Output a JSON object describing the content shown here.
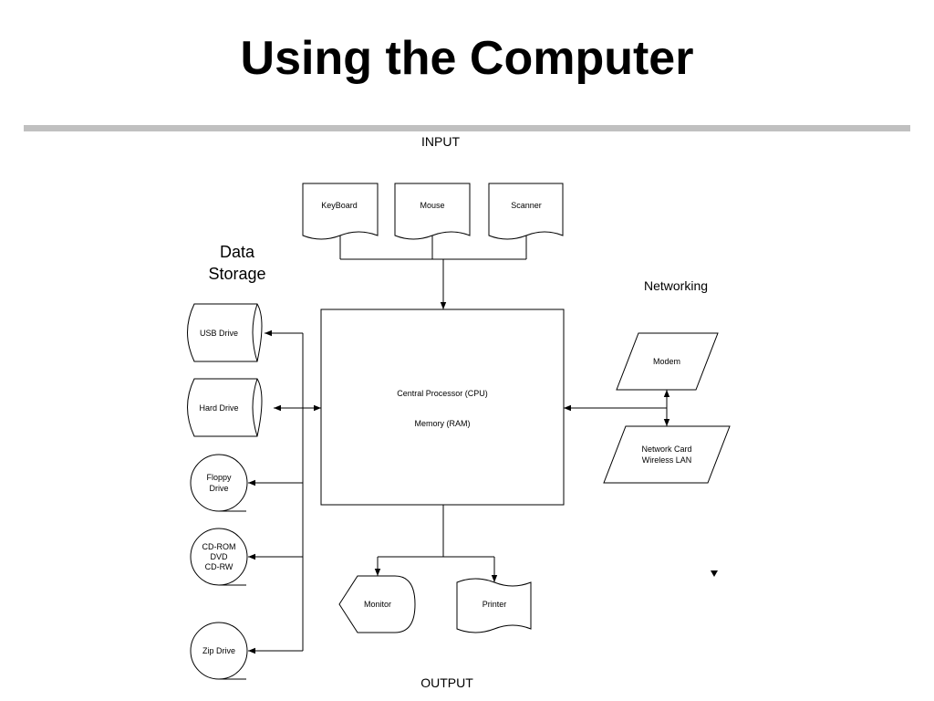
{
  "slide": {
    "title": "Using the Computer"
  },
  "labels": {
    "input": "INPUT",
    "output": "OUTPUT",
    "data_storage_line1": "Data",
    "data_storage_line2": "Storage",
    "networking": "Networking"
  },
  "nodes": {
    "keyboard": "KeyBoard",
    "mouse": "Mouse",
    "scanner": "Scanner",
    "cpu": "Central Processor (CPU)",
    "memory": "Memory (RAM)",
    "usb_drive": "USB Drive",
    "hard_drive": "Hard Drive",
    "floppy_line1": "Floppy",
    "floppy_line2": "Drive",
    "cdrom_line1": "CD-ROM",
    "cdrom_line2": "DVD",
    "cdrom_line3": "CD-RW",
    "zip_drive": "Zip Drive",
    "modem": "Modem",
    "netcard_line1": "Network Card",
    "netcard_line2": "Wireless LAN",
    "monitor": "Monitor",
    "printer": "Printer"
  }
}
